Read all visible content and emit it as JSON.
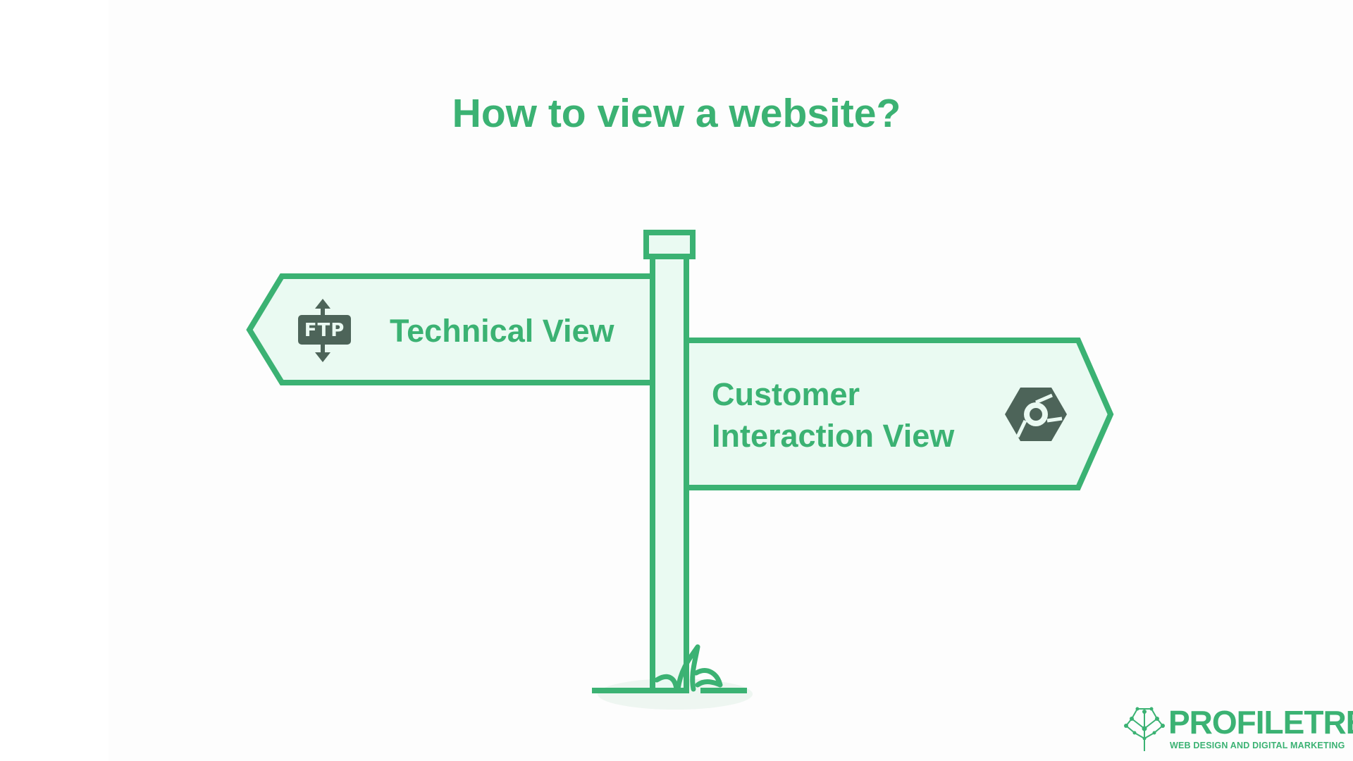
{
  "title": "How to view a website?",
  "signs": [
    {
      "direction": "left",
      "label": "Technical View",
      "icon": "ftp-transfer-icon"
    },
    {
      "direction": "right",
      "label_lines": [
        "Customer",
        "Interaction View"
      ],
      "icon": "hexagon-cube-icon"
    }
  ],
  "icons": {
    "ftp_text": "FTP"
  },
  "logo": {
    "name": "PROFILETREE",
    "tagline": "WEB DESIGN AND DIGITAL MARKETING"
  },
  "colors": {
    "green": "#3bb273",
    "sign_fill": "#eafaf2",
    "icon_dark": "#4d6459",
    "shadow": "#eef6f1"
  }
}
